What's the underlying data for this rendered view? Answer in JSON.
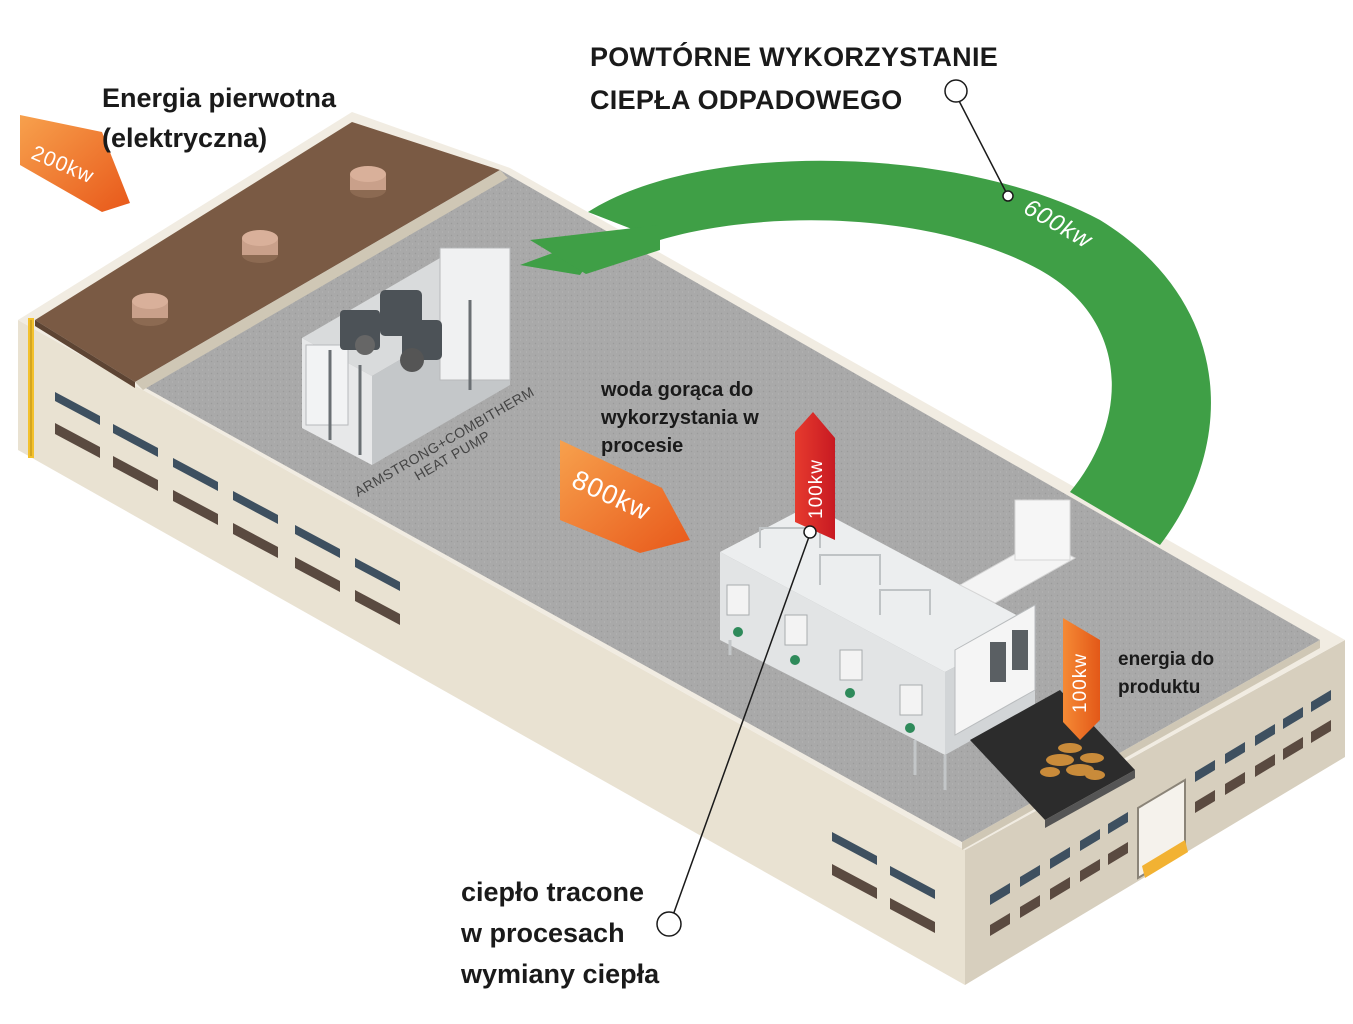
{
  "labels": {
    "primary_energy": [
      "Energia pierwotna",
      "(elektryczna)"
    ],
    "waste_heat_reuse": [
      "POWTÓRNE WYKORZYSTANIE",
      "CIEPŁA ODPADOWEGO"
    ],
    "hot_water": [
      "woda gorąca do",
      "wykorzystania w",
      "procesie"
    ],
    "energy_to_product": [
      "energia do",
      "produktu"
    ],
    "heat_lost": [
      "ciepło tracone",
      "w procesach",
      "wymiany ciepła"
    ]
  },
  "arrows": {
    "primary_in": "200kw",
    "recovered": "600kw",
    "output_heat": "800kw",
    "lost": "100kw",
    "product": "100kw"
  },
  "machine": {
    "brand": "ARMSTRONG+COMBITHERM",
    "type": "HEAT PUMP"
  },
  "colors": {
    "orange": "#ef6a1e",
    "red": "#d9202a",
    "green": "#3f9f46",
    "building_wall": "#ede6d6",
    "roof_brown": "#7a5a44",
    "floor_gray": "#a8a8a8"
  }
}
